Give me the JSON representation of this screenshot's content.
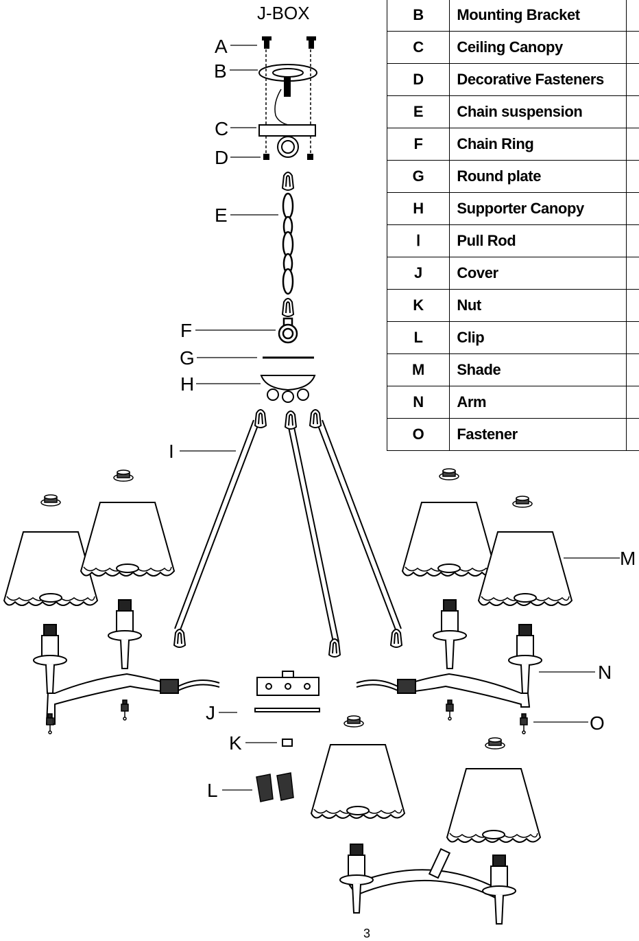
{
  "title": "J-BOX",
  "page_number": "3",
  "parts": [
    {
      "code": "B",
      "name": "Mounting Bracket"
    },
    {
      "code": "C",
      "name": "Ceiling Canopy"
    },
    {
      "code": "D",
      "name": "Decorative Fasteners"
    },
    {
      "code": "E",
      "name": "Chain suspension"
    },
    {
      "code": "F",
      "name": "Chain Ring"
    },
    {
      "code": "G",
      "name": "Round plate"
    },
    {
      "code": "H",
      "name": "Supporter Canopy"
    },
    {
      "code": "Ⅰ",
      "name": "Pull Rod"
    },
    {
      "code": "J",
      "name": "Cover"
    },
    {
      "code": "K",
      "name": "Nut"
    },
    {
      "code": "L",
      "name": "Clip"
    },
    {
      "code": "M",
      "name": "Shade"
    },
    {
      "code": "N",
      "name": "Arm"
    },
    {
      "code": "O",
      "name": "Fastener"
    }
  ],
  "callouts": {
    "A": "A",
    "B": "B",
    "C": "C",
    "D": "D",
    "E": "E",
    "F": "F",
    "G": "G",
    "H": "H",
    "I": "I",
    "J": "J",
    "K": "K",
    "L": "L",
    "M": "M",
    "N": "N",
    "O": "O"
  }
}
